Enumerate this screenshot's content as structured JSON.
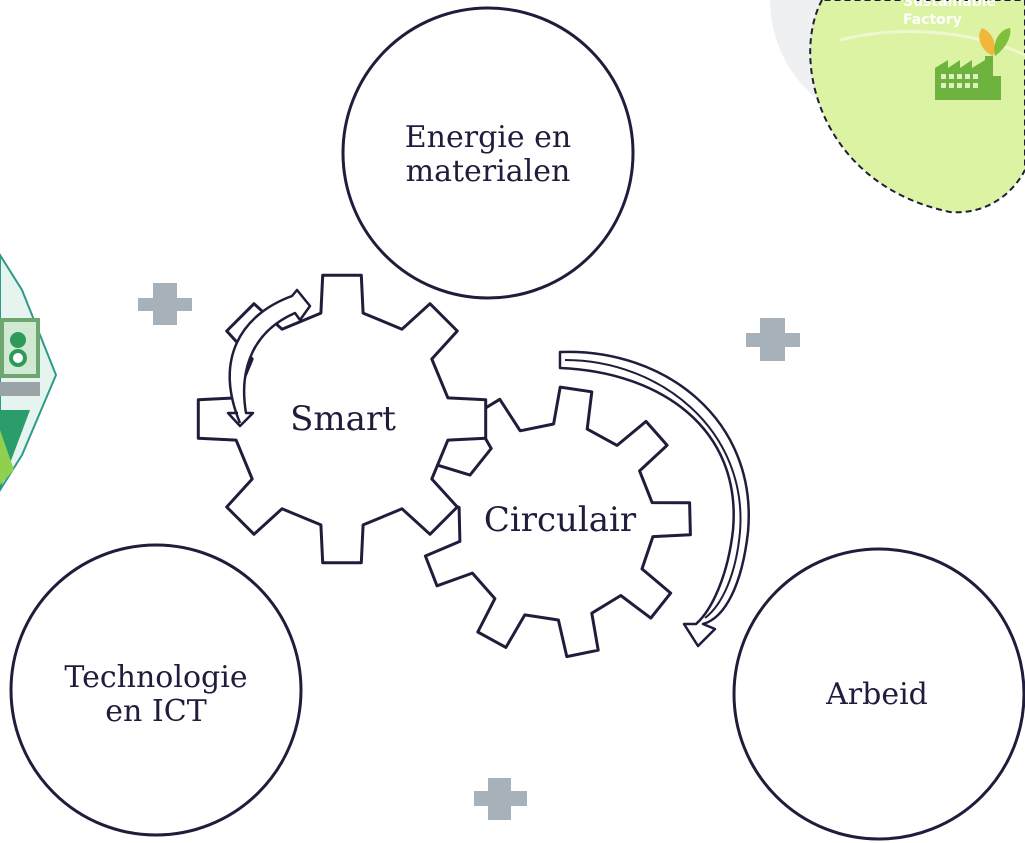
{
  "diagram": {
    "circles": [
      {
        "id": "energie",
        "lines": [
          "Energie en",
          "materialen"
        ]
      },
      {
        "id": "technologie",
        "lines": [
          "Technologie",
          "en ICT"
        ]
      },
      {
        "id": "arbeid",
        "lines": [
          "Arbeid"
        ]
      }
    ],
    "gears": [
      {
        "id": "smart",
        "label": "Smart"
      },
      {
        "id": "circulair",
        "label": "Circulair"
      }
    ],
    "badge": {
      "lines": [
        "Sustainable",
        "Factory"
      ]
    },
    "plus_count": 3,
    "colors": {
      "stroke": "#1f1d3b",
      "plus": "#a6b1b9",
      "badge_fill": "#dcf3a4",
      "badge_fill_dark": "#c8e88a",
      "badge_text": "#ffffff",
      "factory": "#6fb33f",
      "leaf": "#f2b63a",
      "leaf_green": "#7fbf3a",
      "left_badge": "#2e9a8a"
    }
  }
}
